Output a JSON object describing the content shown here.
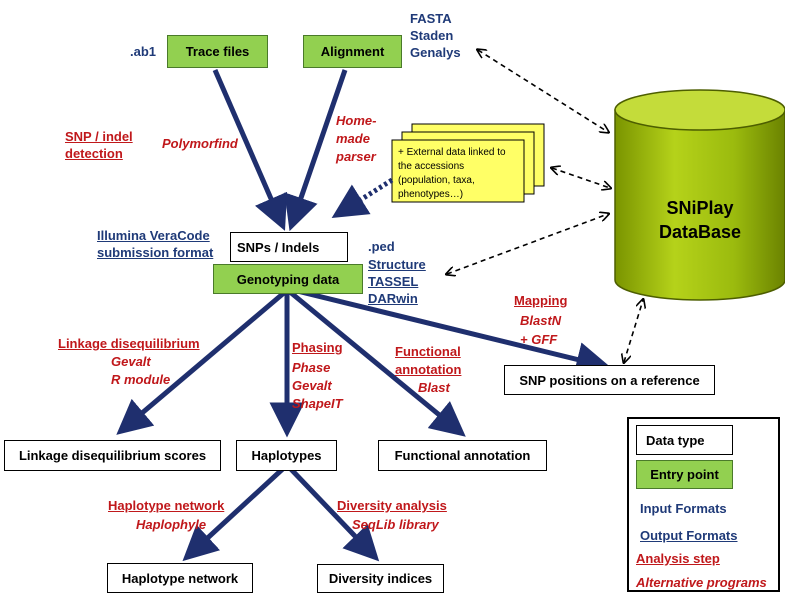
{
  "input_formats": {
    "ab1": ".ab1",
    "fasta": "FASTA",
    "staden": "Staden",
    "genalys": "Genalys",
    "illumina_line1": "Illumina VeraCode",
    "illumina_line2": "submission format"
  },
  "output_formats": {
    "ped": ".ped",
    "structure": "Structure",
    "tassel": "TASSEL",
    "darwin": "DARwin"
  },
  "entry_points": {
    "trace_files": "Trace files",
    "alignment": "Alignment",
    "genotyping_data": "Genotyping data"
  },
  "data_types": {
    "snps_indels": "SNPs / Indels",
    "snp_positions": "SNP positions on a reference",
    "ld_scores": "Linkage disequilibrium scores",
    "haplotypes": "Haplotypes",
    "functional_annotation": "Functional annotation",
    "haplotype_network": "Haplotype network",
    "diversity_indices": "Diversity indices"
  },
  "analysis_steps": {
    "snp_indel_line1": "SNP / indel",
    "snp_indel_line2": "detection",
    "linkage": "Linkage disequilibrium",
    "phasing": "Phasing",
    "functional_line1": "Functional",
    "functional_line2": "annotation",
    "mapping": "Mapping",
    "haplotype_network": "Haplotype network",
    "diversity": "Diversity analysis"
  },
  "programs": {
    "polymorfind": "Polymorfind",
    "homemade_1": "Home-",
    "homemade_2": "made",
    "homemade_3": "parser",
    "gevalt": "Gevalt",
    "r_module": "R module",
    "phase": "Phase",
    "gevalt2": "Gevalt",
    "shapeit": "ShapeIT",
    "blast": "Blast",
    "blastn": "BlastN",
    "gff": "+ GFF",
    "haplophyle": "Haplophyle",
    "seqlib": "SeqLib library"
  },
  "external_note": "+ External data linked to the accessions (population, taxa, phenotypes…)",
  "database": {
    "line1": "SNiPlay",
    "line2": "DataBase"
  },
  "legend": {
    "data_type": "Data type",
    "entry_point": "Entry point",
    "input_formats": "Input Formats",
    "output_formats": "Output Formats",
    "analysis_step": "Analysis step",
    "alternative_programs": "Alternative programs"
  },
  "colors": {
    "arrow": "#1f2f6e",
    "entry_fill": "#92d050",
    "db_fill": "#9bbb0e",
    "note_fill": "#ffff66",
    "blue_text": "#1f3a78",
    "red_text": "#c0181b"
  }
}
